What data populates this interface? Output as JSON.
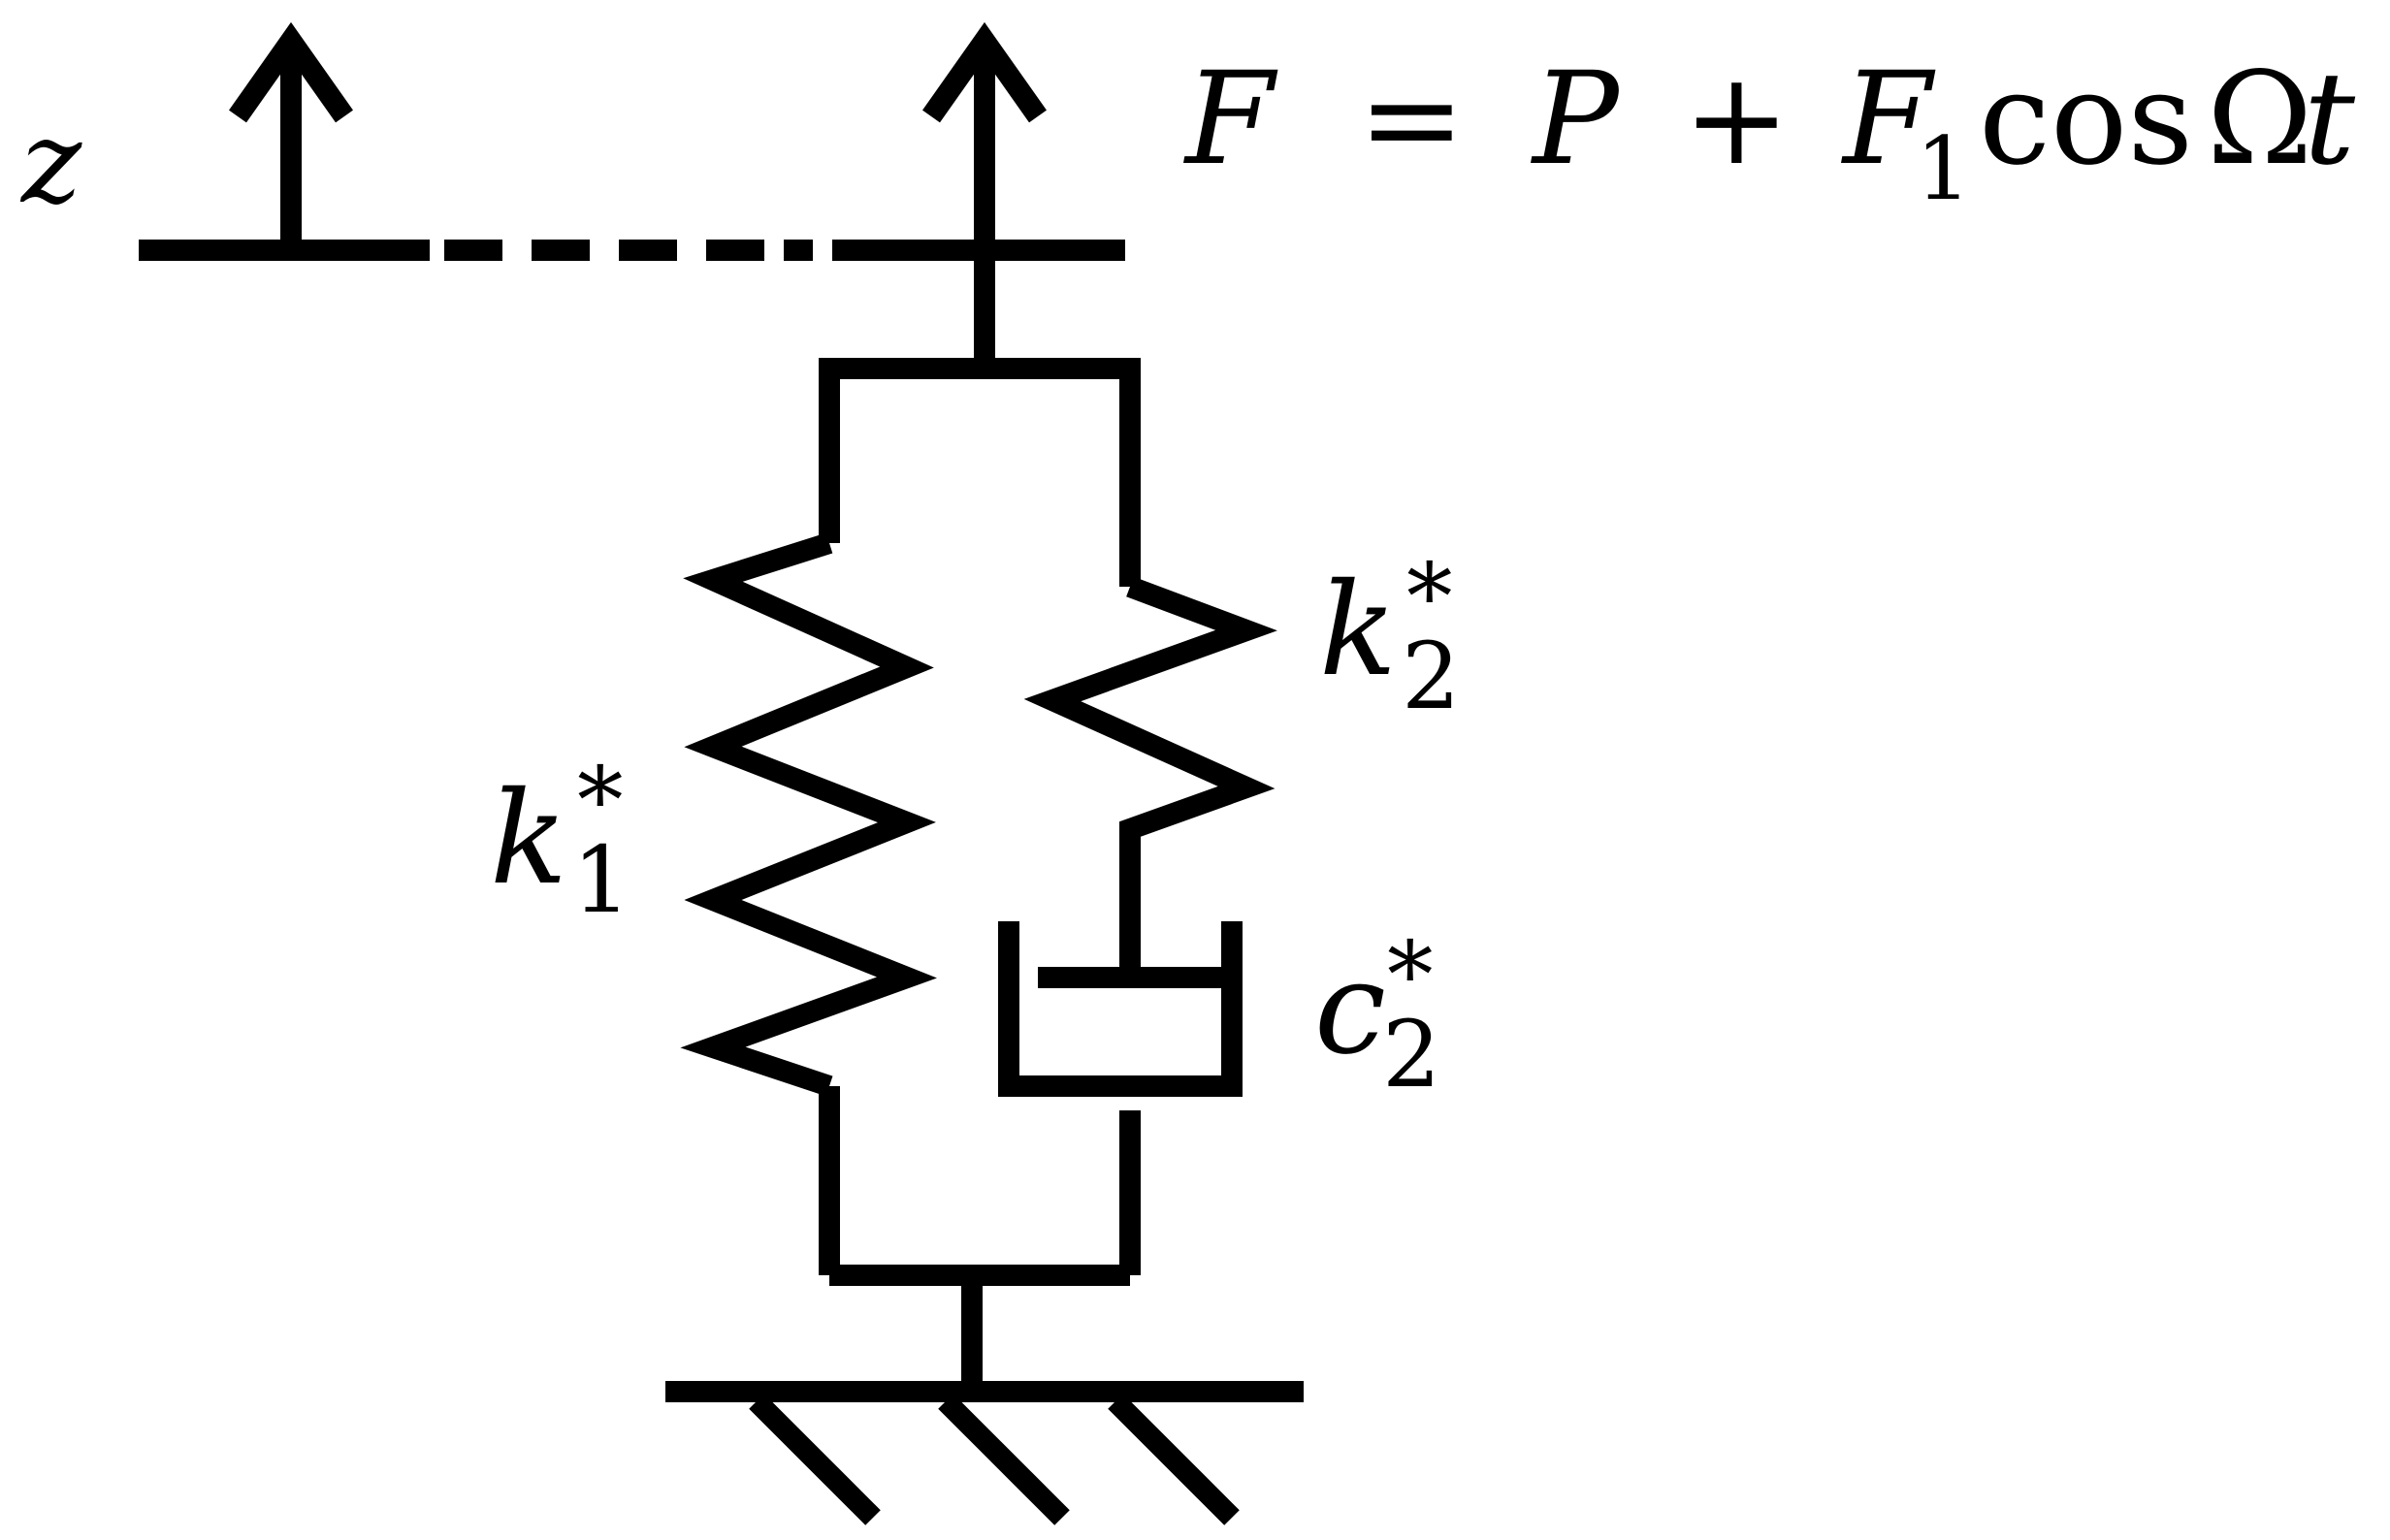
{
  "labels": {
    "z": "z",
    "force": {
      "F": "F",
      "eq": "=",
      "P": "P",
      "plus": "+",
      "F1": "F",
      "F1_sub": "1",
      "cos": "cos",
      "Omega": "Ω",
      "t": "t"
    },
    "k1": {
      "base": "k",
      "sub": "1",
      "sup": "*"
    },
    "k2": {
      "base": "k",
      "sub": "2",
      "sup": "*"
    },
    "c2": {
      "base": "c",
      "sub": "2",
      "sup": "*"
    }
  }
}
